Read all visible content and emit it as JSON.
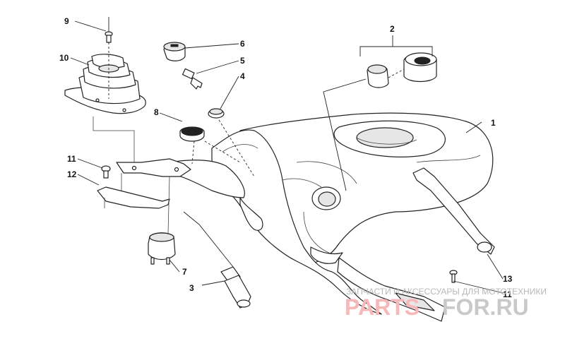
{
  "callouts": {
    "c1": "1",
    "c2": "2",
    "c3": "3",
    "c4": "4",
    "c5": "5",
    "c6": "6",
    "c7": "7",
    "c8": "8",
    "c9": "9",
    "c10": "10",
    "c11a": "11",
    "c11b": "11",
    "c12": "12",
    "c13": "13"
  },
  "watermark": {
    "caption": "ЗАПЧАСТИ И АКСЕССУАРЫ ДЛЯ МОТОТЕХНИКИ",
    "brand_part1": "PARTS",
    "brand_part2": "FOR.RU"
  },
  "colors": {
    "line": "#222222",
    "watermark_red": "#f6b8b8",
    "watermark_gray": "#c9c9c9"
  }
}
